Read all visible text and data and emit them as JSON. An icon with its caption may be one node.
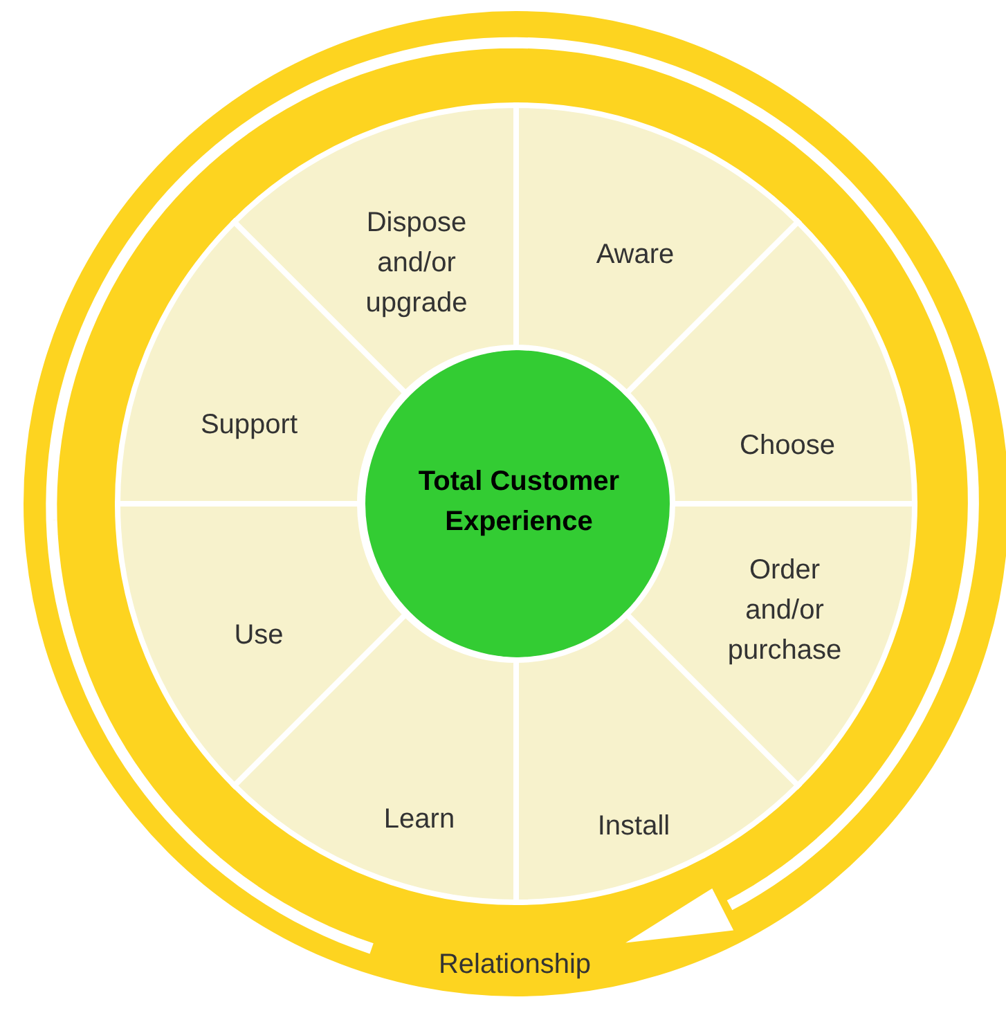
{
  "diagram": {
    "nodes": [
      {
        "text": [
          "Relationship"
        ]
      },
      {
        "text": [
          "Total Customer Experience"
        ],
        "in": 0
      },
      {
        "text": [
          "Aware"
        ],
        "in": 0
      },
      {
        "text": [
          "Choose"
        ],
        "in": 0
      },
      {
        "text": [
          "Order and/or purchase"
        ],
        "in": 0
      },
      {
        "text": [
          "Install"
        ],
        "in": 0
      },
      {
        "text": [
          "Learn"
        ],
        "in": 0
      },
      {
        "text": [
          "Use"
        ],
        "in": 0
      },
      {
        "text": [
          "Support"
        ],
        "in": 0
      },
      {
        "text": [
          "Dispose and/or upgrade"
        ],
        "in": 0
      }
    ]
  }
}
